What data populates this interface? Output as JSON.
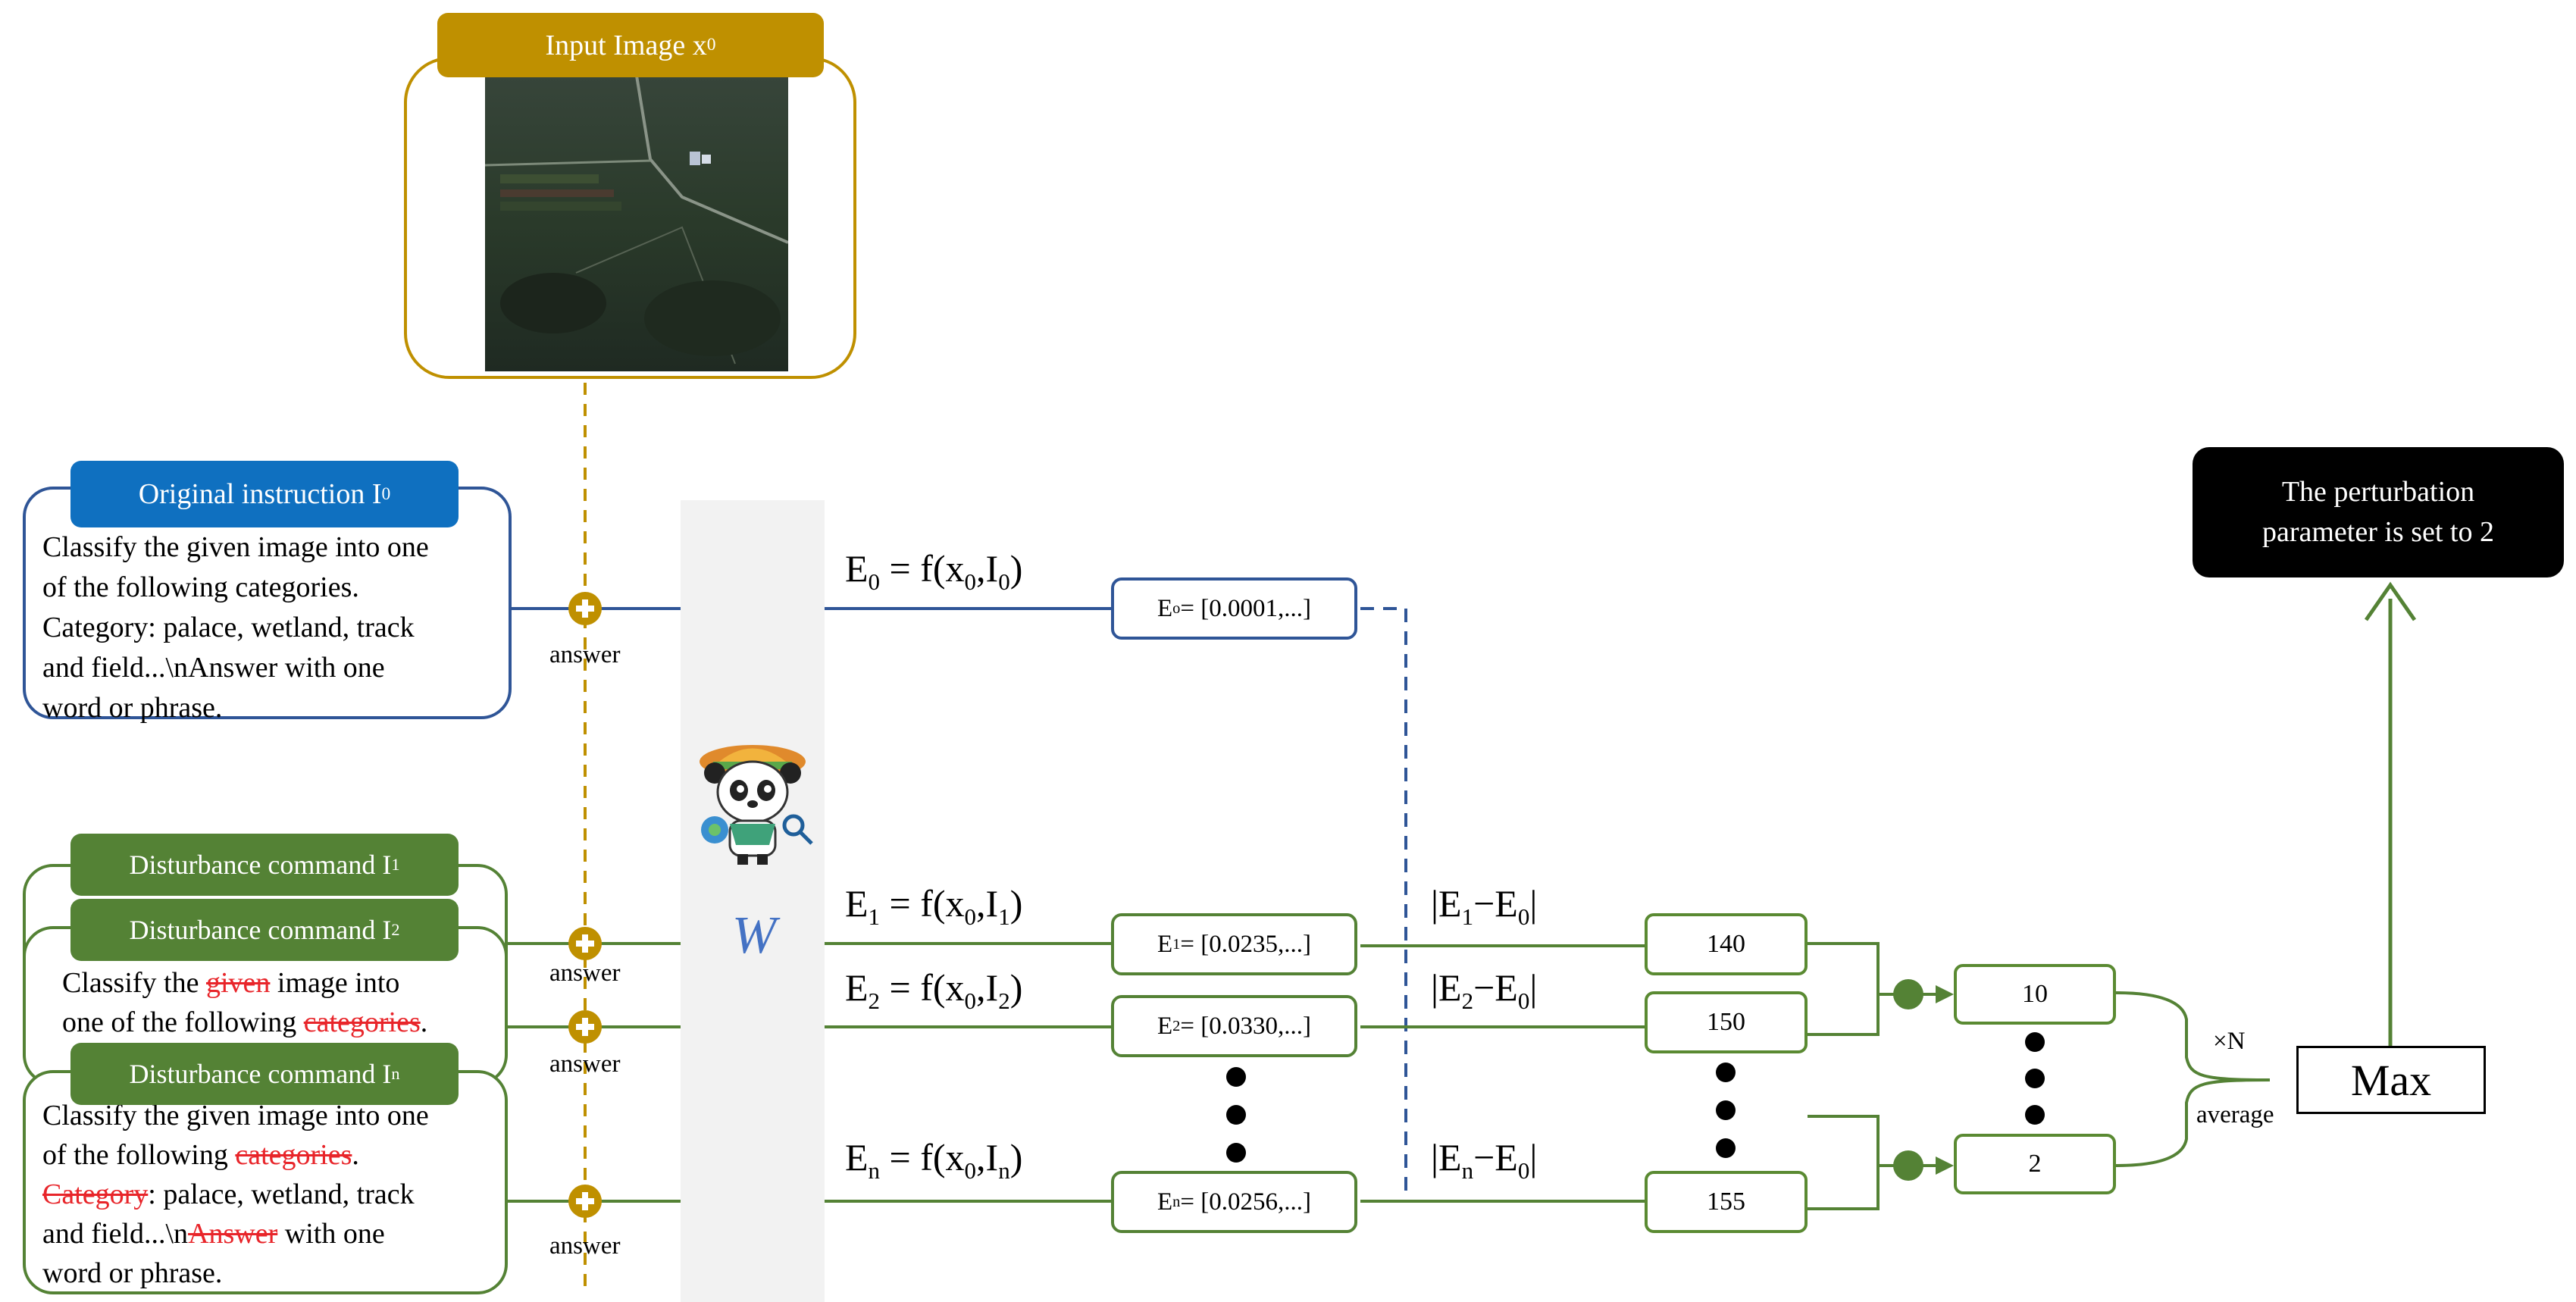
{
  "input_image": {
    "label": "Input Image x",
    "label_sub": "0"
  },
  "original": {
    "label": "Original instruction I",
    "label_sub": "0",
    "lines": [
      "Classify the given image into one",
      "of the following categories.",
      "Category: palace, wetland, track",
      "and field...\\nAnswer with one",
      "word or phrase."
    ]
  },
  "disturbance1": {
    "label": "Disturbance command I",
    "label_sub": "1"
  },
  "disturbance2": {
    "label": "Disturbance command I",
    "label_sub": "2",
    "l1_a": "Classify the ",
    "l1_s": "given",
    "l1_b": " image into",
    "l2_a": "one of the following ",
    "l2_s": "categories",
    "l2_b": "."
  },
  "disturbancen": {
    "label": "Disturbance command I",
    "label_sub": "n",
    "l1": "Classify the given image into one",
    "l2_a": "of the following ",
    "l2_s": "categories",
    "l2_b": ".",
    "l3_s": "Category",
    "l3_b": ": palace, wetland, track",
    "l4_a": "and field...\\n",
    "l4_s": "Answer",
    "l4_b": " with one",
    "l5": "word or phrase."
  },
  "answer_label": "answer",
  "model_symbol": "W",
  "equations": {
    "e0": {
      "lhs": "E",
      "lhs_sub": "0",
      "mid": " = f(x",
      "x_sub": "0",
      "comma": ",I",
      "i_sub": "0",
      "end": ")"
    },
    "e1": {
      "lhs": "E",
      "lhs_sub": "1",
      "mid": " = f(x",
      "x_sub": "0",
      "comma": ",I",
      "i_sub": "1",
      "end": ")"
    },
    "e2": {
      "lhs": "E",
      "lhs_sub": "2",
      "mid": " = f(x",
      "x_sub": "0",
      "comma": ",I",
      "i_sub": "2",
      "end": ")"
    },
    "en": {
      "lhs": "E",
      "lhs_sub": "n",
      "mid": " = f(x",
      "x_sub": "0",
      "comma": ",I",
      "i_sub": "n",
      "end": ")"
    }
  },
  "vectors": {
    "v0": {
      "e": "E",
      "sub": "o",
      "val": "= [0.0001,...]"
    },
    "v1": {
      "e": "E",
      "sub": "1",
      "val": " = [0.0235,...]"
    },
    "v2": {
      "e": "E",
      "sub": "2",
      "val": " = [0.0330,...]"
    },
    "vn": {
      "e": "E",
      "sub": "n",
      "val": "= [0.0256,...]"
    }
  },
  "diffs": {
    "d1": {
      "a": "|E",
      "a_sub": "1",
      "b": "−E",
      "b_sub": "0",
      "c": "|"
    },
    "d2": {
      "a": "|E",
      "a_sub": "2",
      "b": "−E",
      "b_sub": "0",
      "c": "|"
    },
    "dn": {
      "a": "|E",
      "a_sub": "n",
      "b": "−E",
      "b_sub": "0",
      "c": "|"
    }
  },
  "counts": {
    "c1": "140",
    "c2": "150",
    "cn": "155"
  },
  "pooled": {
    "p1": "10",
    "p2": "2"
  },
  "times_n": "×N",
  "average": "average",
  "max_label": "Max",
  "result": {
    "line1": "The perturbation",
    "line2": "parameter is set to 2"
  },
  "colors": {
    "gold": "#bf9000",
    "blue": "#2f5597",
    "blue_pill": "#0f70c0",
    "green": "#548235",
    "red": "#e8252a",
    "black": "#000000"
  }
}
